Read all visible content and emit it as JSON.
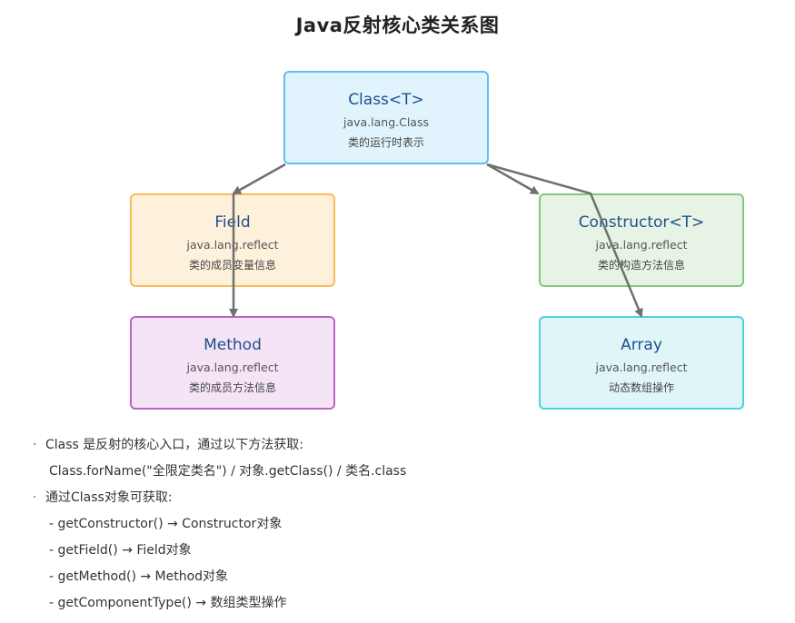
{
  "title": "Java反射核心类关系图",
  "nodes": {
    "class": {
      "name": "Class<T>",
      "package": "java.lang.Class",
      "description": "类的运行时表示"
    },
    "field": {
      "name": "Field",
      "package": "java.lang.reflect",
      "description": "类的成员变量信息"
    },
    "constructor": {
      "name": "Constructor<T>",
      "package": "java.lang.reflect",
      "description": "类的构造方法信息"
    },
    "method": {
      "name": "Method",
      "package": "java.lang.reflect",
      "description": "类的成员方法信息"
    },
    "array": {
      "name": "Array",
      "package": "java.lang.reflect",
      "description": "动态数组操作"
    }
  },
  "notes": {
    "bullet": "·",
    "line1": "Class 是反射的核心入口，通过以下方法获取:",
    "line2": "Class.forName(\"全限定类名\") / 对象.getClass() / 类名.class",
    "line3": "通过Class对象可获取:",
    "line4": "- getConstructor() → Constructor对象",
    "line5": "- getField() → Field对象",
    "line6": "- getMethod() → Method对象",
    "line7": "- getComponentType() → 数组类型操作"
  },
  "colors": {
    "class_fill": "#e1f4fd",
    "class_border": "#5fc0ed",
    "field_fill": "#fef1dc",
    "field_border": "#f9bb58",
    "constructor_fill": "#e7f4e5",
    "constructor_border": "#80c97e",
    "method_fill": "#f4e4f5",
    "method_border": "#bd64c8",
    "array_fill": "#dff5f8",
    "array_border": "#52cfe0",
    "edge": "#707070"
  }
}
